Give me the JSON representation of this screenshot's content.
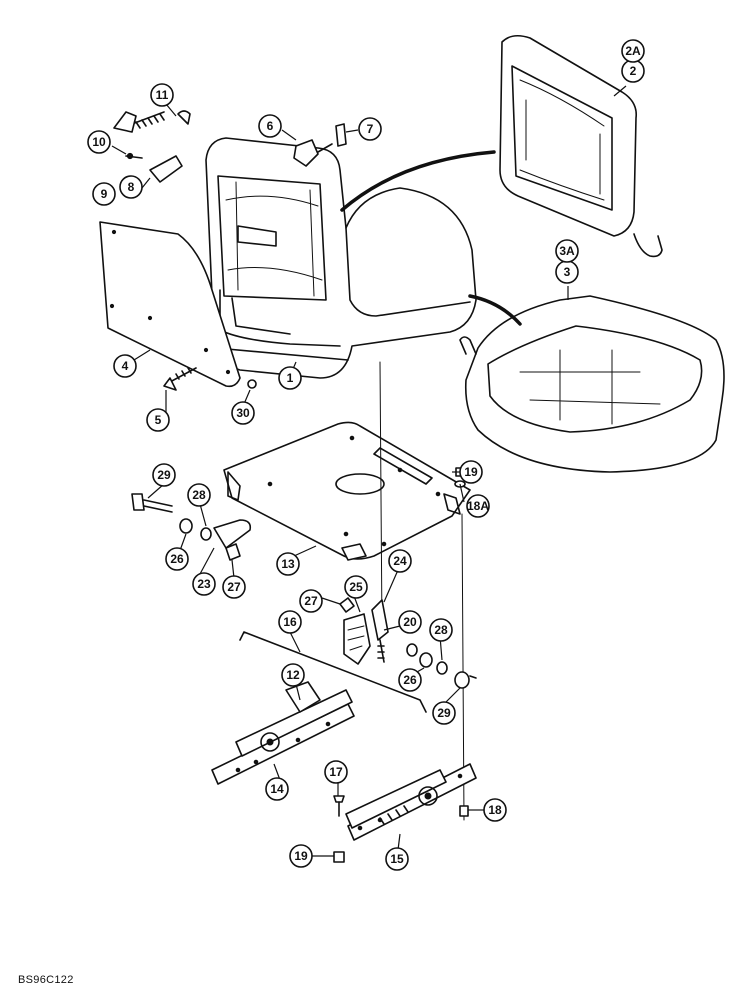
{
  "figure_ref": "BS96C122",
  "callouts": [
    {
      "id": "c1",
      "label": "1"
    },
    {
      "id": "c2",
      "label": "2"
    },
    {
      "id": "c2a",
      "label": "2A"
    },
    {
      "id": "c3",
      "label": "3"
    },
    {
      "id": "c3a",
      "label": "3A"
    },
    {
      "id": "c4",
      "label": "4"
    },
    {
      "id": "c5",
      "label": "5"
    },
    {
      "id": "c6",
      "label": "6"
    },
    {
      "id": "c7",
      "label": "7"
    },
    {
      "id": "c8",
      "label": "8"
    },
    {
      "id": "c9",
      "label": "9"
    },
    {
      "id": "c10",
      "label": "10"
    },
    {
      "id": "c11",
      "label": "11"
    },
    {
      "id": "c12",
      "label": "12"
    },
    {
      "id": "c13",
      "label": "13"
    },
    {
      "id": "c14",
      "label": "14"
    },
    {
      "id": "c15",
      "label": "15"
    },
    {
      "id": "c16",
      "label": "16"
    },
    {
      "id": "c17",
      "label": "17"
    },
    {
      "id": "c18",
      "label": "18"
    },
    {
      "id": "c18a",
      "label": "18A"
    },
    {
      "id": "c19a",
      "label": "19"
    },
    {
      "id": "c19b",
      "label": "19"
    },
    {
      "id": "c20",
      "label": "20"
    },
    {
      "id": "c23",
      "label": "23"
    },
    {
      "id": "c24",
      "label": "24"
    },
    {
      "id": "c25",
      "label": "25"
    },
    {
      "id": "c26a",
      "label": "26"
    },
    {
      "id": "c26b",
      "label": "26"
    },
    {
      "id": "c27a",
      "label": "27"
    },
    {
      "id": "c27b",
      "label": "27"
    },
    {
      "id": "c28a",
      "label": "28"
    },
    {
      "id": "c28b",
      "label": "28"
    },
    {
      "id": "c29a",
      "label": "29"
    },
    {
      "id": "c29b",
      "label": "29"
    },
    {
      "id": "c30",
      "label": "30"
    }
  ]
}
